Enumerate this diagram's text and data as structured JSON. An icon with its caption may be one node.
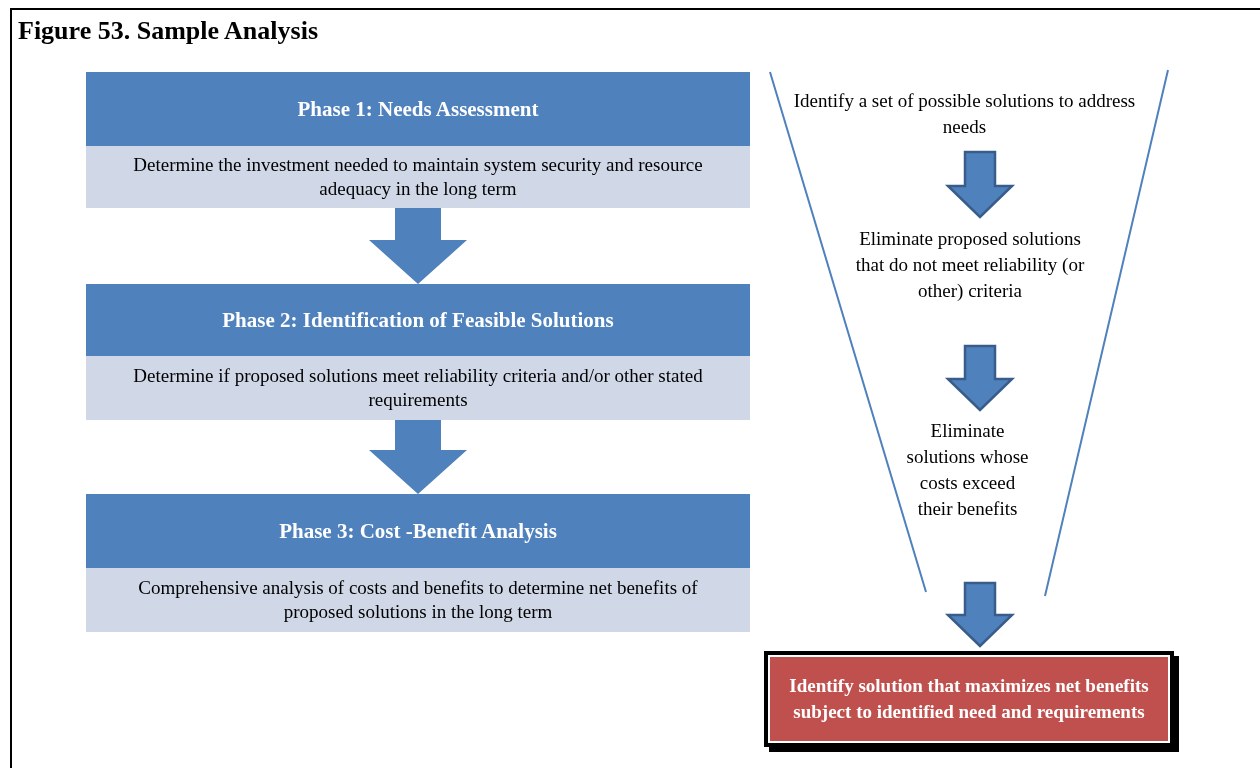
{
  "diagram": {
    "title": "Figure 53. Sample Analysis",
    "nodes": [
      {
        "text": [
          "Phase 1: Needs Assessment",
          "Determine the investment needed to maintain system security and resource adequacy in the long term"
        ]
      },
      {
        "text": [
          "Phase 2: Identification of Feasible Solutions",
          "Determine if proposed solutions meet reliability criteria and/or other stated requirements"
        ]
      },
      {
        "text": [
          "Phase 3: Cost -Benefit Analysis",
          "Comprehensive analysis of costs and benefits to determine net benefits of proposed solutions in the long term"
        ]
      },
      {
        "text": [
          "Identify a set of possible solutions to address needs"
        ]
      },
      {
        "text": [
          "Eliminate proposed solutions that do not meet reliability (or other) criteria"
        ]
      },
      {
        "text": [
          "Eliminate solutions whose costs exceed their benefits"
        ]
      },
      {
        "text": [
          "Identify solution that maximizes net benefits subject to identified need and requirements"
        ]
      }
    ],
    "edges": [
      {
        "from": 0,
        "to": 1,
        "arrow": "to"
      },
      {
        "from": 1,
        "to": 2,
        "arrow": "to"
      },
      {
        "from": 3,
        "to": 4,
        "arrow": "to"
      },
      {
        "from": 4,
        "to": 5,
        "arrow": "to"
      },
      {
        "from": 5,
        "to": 6,
        "arrow": "to"
      }
    ]
  }
}
